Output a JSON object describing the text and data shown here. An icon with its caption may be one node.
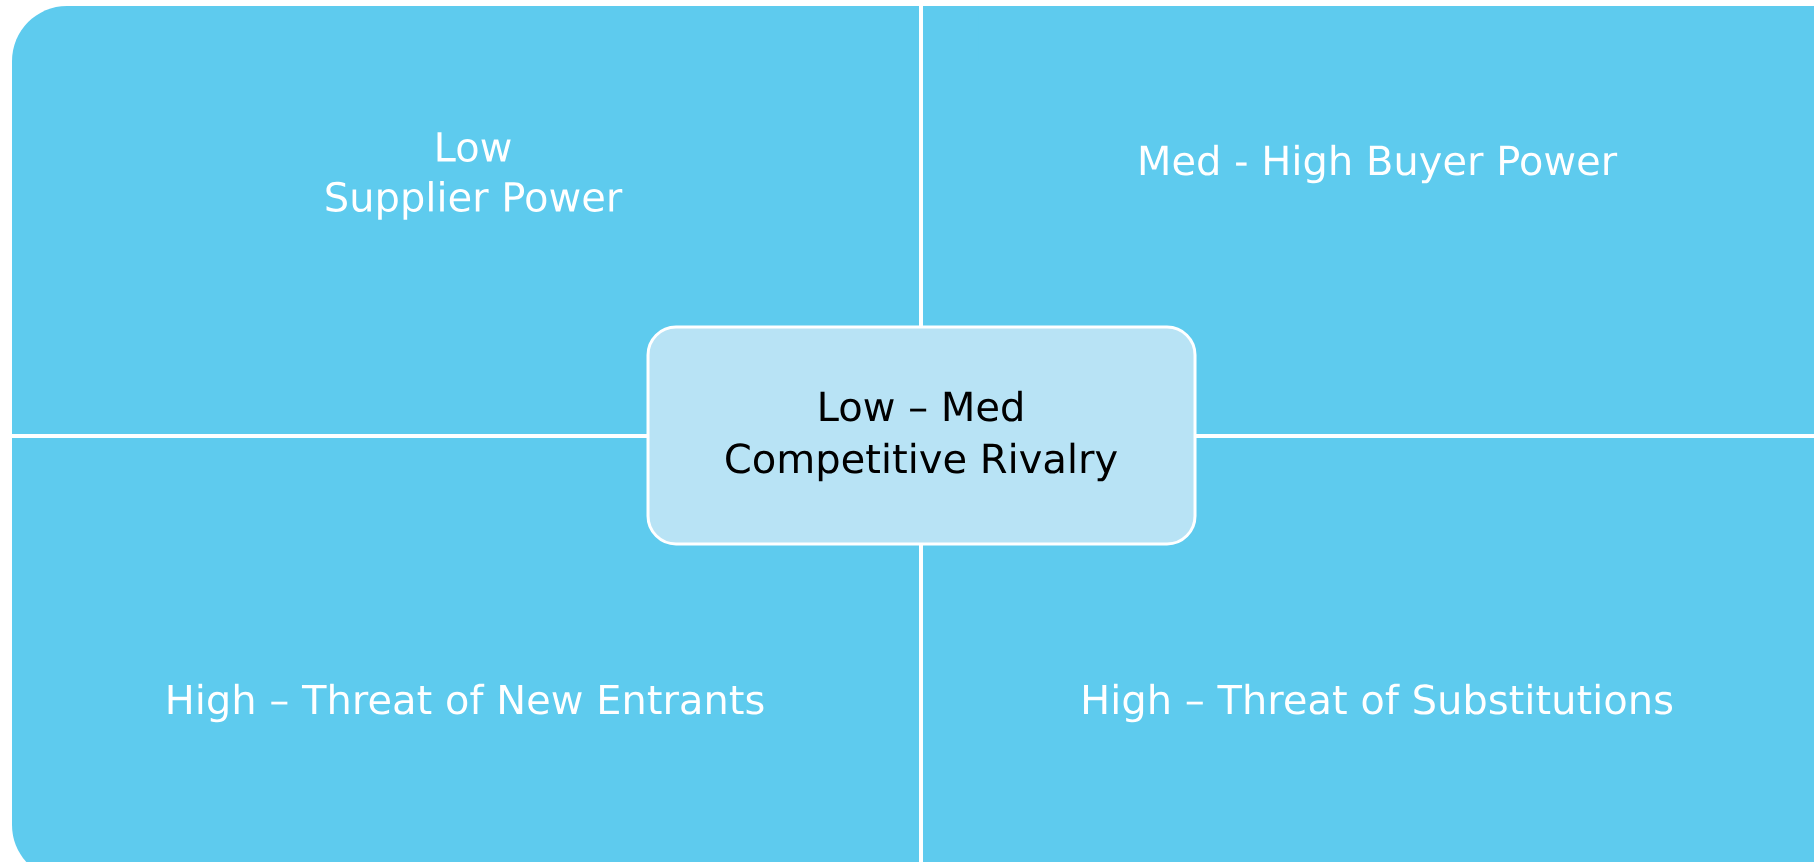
{
  "diagram": {
    "nodes": [
      {
        "text": [
          "Low",
          "Supplier Power"
        ]
      },
      {
        "text": [
          "Med - High Buyer Power"
        ]
      },
      {
        "text": [
          "High – Threat of New Entrants"
        ]
      },
      {
        "text": [
          "High – Threat of Substitutions"
        ]
      },
      {
        "text": [
          "Low – Med",
          "Competitive Rivalry"
        ]
      }
    ]
  }
}
